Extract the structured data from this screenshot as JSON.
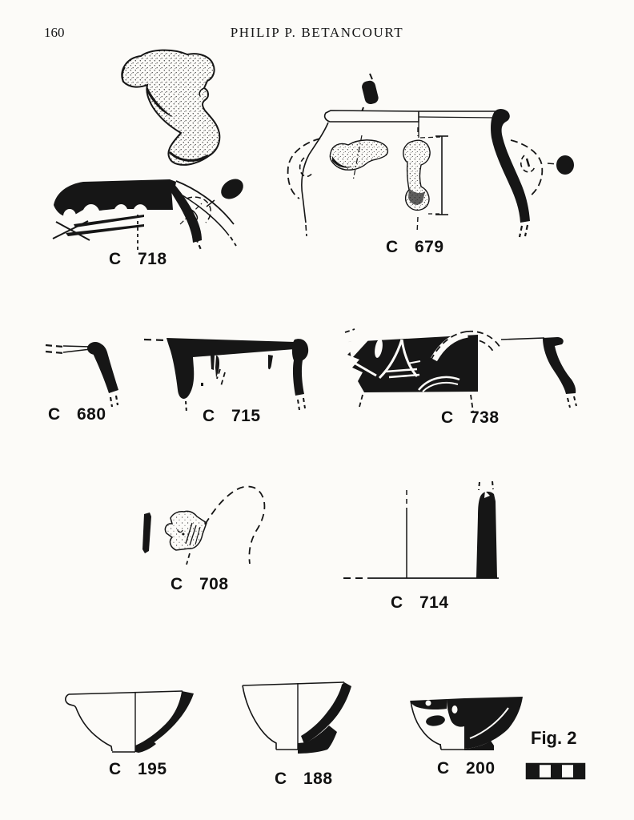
{
  "page": {
    "number": "160",
    "header": "PHILIP P. BETANCOURT"
  },
  "labels": {
    "c718": "C 718",
    "c679": "C 679",
    "c680": "C 680",
    "c715": "C 715",
    "c738": "C 738",
    "c708": "C 708",
    "c714": "C 714",
    "c195": "C 195",
    "c188": "C 188",
    "c200": "C 200"
  },
  "figure_caption": "Fig. 2",
  "colors": {
    "ink": "#161616",
    "paper": "#fcfbf8"
  }
}
